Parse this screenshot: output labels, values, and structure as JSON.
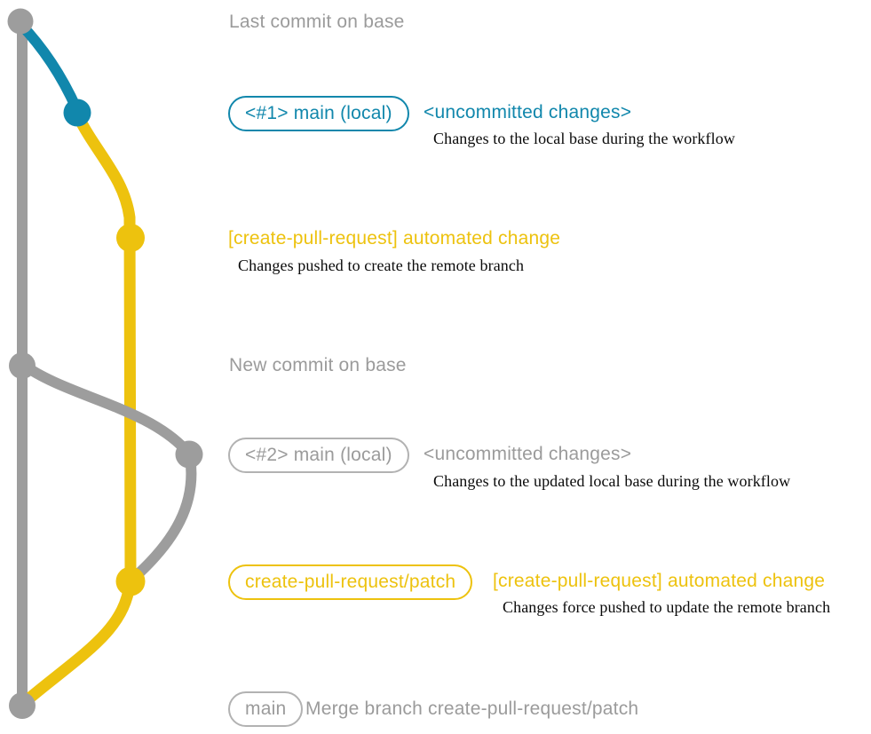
{
  "colors": {
    "gray": "#9d9d9d",
    "grayText": "#9b9b9b",
    "grayBorder": "#b2b2b2",
    "blue": "#1187ac",
    "yellow": "#edc20e",
    "caption": "#0a0a0a",
    "background": "#ffffff"
  },
  "graph": {
    "annotations": {
      "last_commit": "Last commit on base",
      "new_commit": "New commit on base",
      "merge_commit": "Merge branch create-pull-request/patch"
    },
    "badges": {
      "main_local_1": "<#1> main (local)",
      "main_local_2": "<#2> main (local)",
      "patch_branch": "create-pull-request/patch",
      "main": "main"
    },
    "messages": {
      "uncommitted_1": "<uncommitted changes>",
      "uncommitted_2": "<uncommitted changes>",
      "automated_change_1": "[create-pull-request] automated change",
      "automated_change_2": "[create-pull-request] automated change"
    },
    "captions": {
      "local_base": "Changes to the local base during the workflow",
      "pushed_create": "Changes pushed to create the remote branch",
      "updated_local_base": "Changes to the updated local base during the workflow",
      "force_pushed": "Changes force pushed to update the remote branch"
    }
  }
}
